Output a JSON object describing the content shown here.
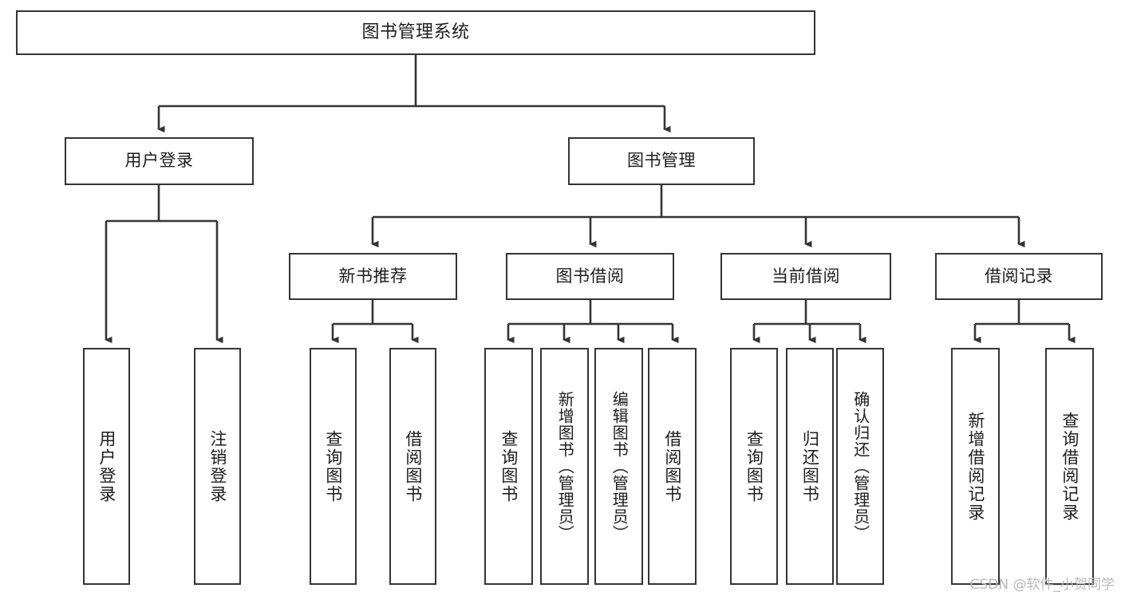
{
  "diagram": {
    "type": "tree-hierarchy",
    "title": "图书管理系统",
    "root": {
      "id": "root",
      "label": "图书管理系统"
    },
    "level1": [
      {
        "id": "user-login",
        "label": "用户登录"
      },
      {
        "id": "book-management",
        "label": "图书管理"
      }
    ],
    "level2": [
      {
        "id": "new-book-recommend",
        "label": "新书推荐",
        "parent": "book-management"
      },
      {
        "id": "book-borrow",
        "label": "图书借阅",
        "parent": "book-management"
      },
      {
        "id": "current-borrow",
        "label": "当前借阅",
        "parent": "book-management"
      },
      {
        "id": "borrow-record",
        "label": "借阅记录",
        "parent": "book-management"
      }
    ],
    "leaves": [
      {
        "id": "leaf-user-login",
        "label": "用户登录",
        "parent": "user-login"
      },
      {
        "id": "leaf-logout-login",
        "label": "注销登录",
        "parent": "user-login"
      },
      {
        "id": "leaf-query-book-1",
        "label": "查询图书",
        "parent": "new-book-recommend"
      },
      {
        "id": "leaf-borrow-book-1",
        "label": "借阅图书",
        "parent": "new-book-recommend"
      },
      {
        "id": "leaf-query-book-2",
        "label": "查询图书",
        "parent": "book-borrow"
      },
      {
        "id": "leaf-add-book",
        "label": "新增图书（管理员）",
        "parent": "book-borrow"
      },
      {
        "id": "leaf-edit-book",
        "label": "编辑图书（管理员）",
        "parent": "book-borrow"
      },
      {
        "id": "leaf-borrow-book-2",
        "label": "借阅图书",
        "parent": "book-borrow"
      },
      {
        "id": "leaf-query-book-3",
        "label": "查询图书",
        "parent": "current-borrow"
      },
      {
        "id": "leaf-return-book",
        "label": "归还图书",
        "parent": "current-borrow"
      },
      {
        "id": "leaf-confirm-return",
        "label": "确认归还（管理员）",
        "parent": "current-borrow"
      },
      {
        "id": "leaf-add-record",
        "label": "新增借阅记录",
        "parent": "borrow-record"
      },
      {
        "id": "leaf-query-record",
        "label": "查询借阅记录",
        "parent": "borrow-record"
      }
    ],
    "colors": {
      "stroke": "#343434",
      "fill": "#ffffff",
      "text": "#1d1d1d",
      "watermark": "#b9b9b9"
    }
  },
  "watermark": {
    "text": "CSDN @软件_小贺同学"
  }
}
